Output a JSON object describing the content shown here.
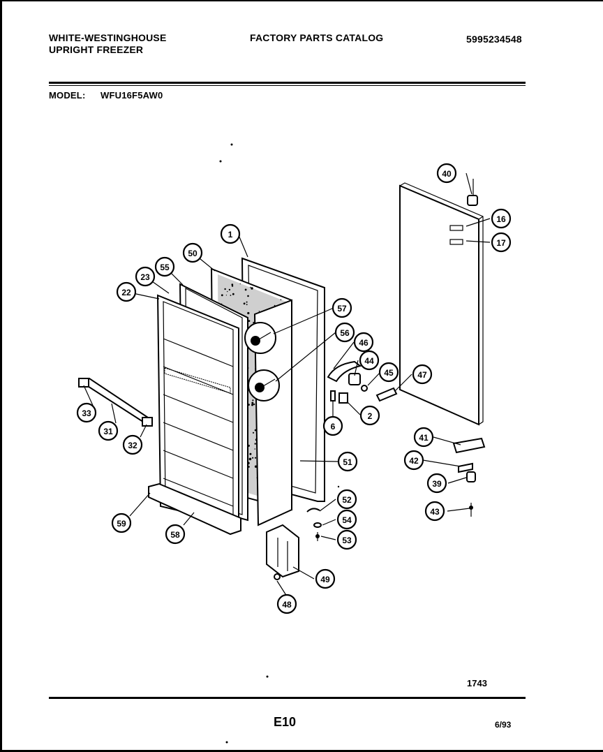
{
  "header": {
    "brand": "WHITE-WESTINGHOUSE",
    "product": "UPRIGHT FREEZER",
    "catalog_title": "FACTORY PARTS CATALOG",
    "catalog_number": "5995234548",
    "model_label": "MODEL:",
    "model_number": "WFU16F5AW0"
  },
  "callouts": [
    "1",
    "2",
    "6",
    "16",
    "17",
    "22",
    "23",
    "31",
    "32",
    "33",
    "39",
    "40",
    "41",
    "42",
    "43",
    "44",
    "45",
    "46",
    "47",
    "48",
    "49",
    "50",
    "51",
    "52",
    "53",
    "54",
    "55",
    "56",
    "57",
    "58",
    "59"
  ],
  "footer": {
    "drawing_number": "1743",
    "page_code": "E10",
    "date": "6/93"
  }
}
